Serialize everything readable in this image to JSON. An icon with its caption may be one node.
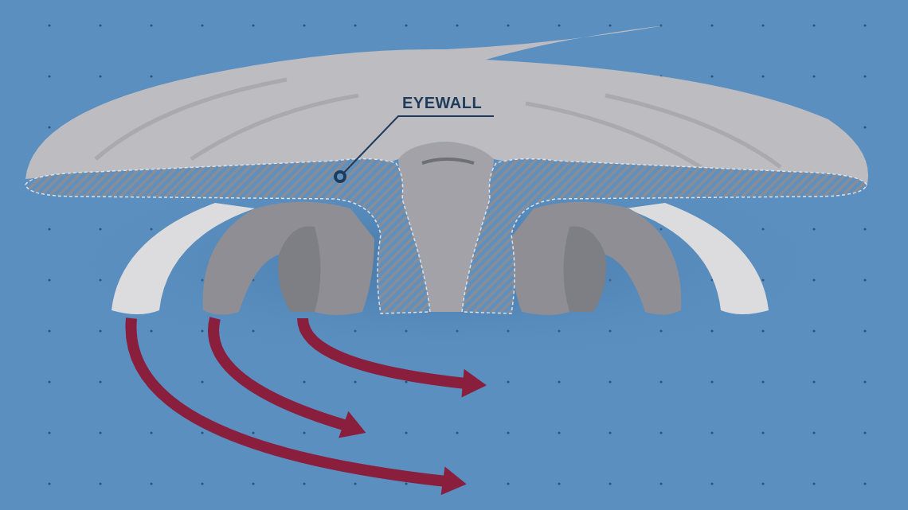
{
  "diagram": {
    "nodes": [
      {
        "text": [
          "EYEWALL"
        ]
      },
      {
        "text": [],
        "shape": "cloud"
      }
    ],
    "edges": [
      {
        "from": 0,
        "to": 1,
        "arrow": "other"
      }
    ]
  }
}
